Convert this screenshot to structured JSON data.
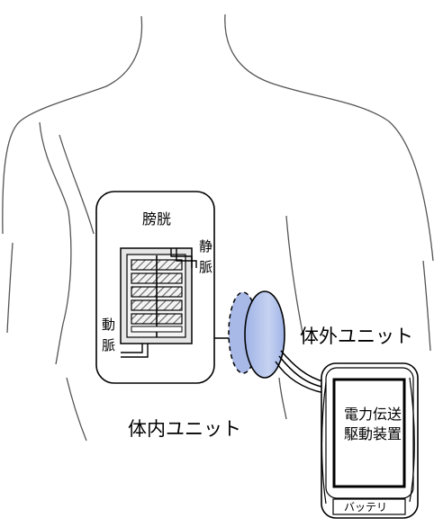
{
  "labels": {
    "bladder": "膀胱",
    "vein": [
      "静",
      "脈"
    ],
    "artery": [
      "動",
      "脈"
    ],
    "internal_unit": "体内ユニット",
    "external_unit": "体外ユニット",
    "drive_device": [
      "電力伝送",
      "駆動装置"
    ],
    "battery": "バッテリ"
  },
  "colors": {
    "outline": "#000000",
    "body_line": "#555555",
    "coil_fill": "#b9c7ea",
    "coil_fill_dark": "#8fa6de",
    "device_fill": "#ffffff",
    "hatch": "#666666",
    "stack_frame": "#bdbdbd"
  }
}
